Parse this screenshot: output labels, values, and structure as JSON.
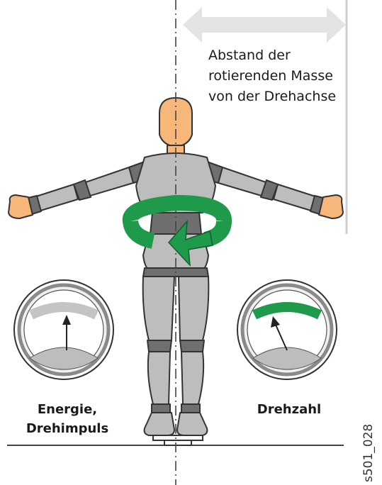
{
  "labels": {
    "distance_line1": "Abstand der",
    "distance_line2": "rotierenden Masse",
    "distance_line3": "von der Drehachse",
    "energy_line1": "Energie,",
    "energy_line2": "Drehimpuls",
    "speed": "Drehzahl",
    "figure_code": "s501_028"
  },
  "colors": {
    "body_fill": "#bdbdbd",
    "body_dark": "#6f6f6f",
    "skin": "#f7b77a",
    "arrow_green": "#1e9a4a",
    "scale_gray": "#c4c4c4",
    "scale_green": "#1e9a4a",
    "distance_arrow": "#e2e2e2"
  },
  "gauges": [
    {
      "name": "energy",
      "arc_color": "gray"
    },
    {
      "name": "speed",
      "arc_color": "green"
    }
  ]
}
